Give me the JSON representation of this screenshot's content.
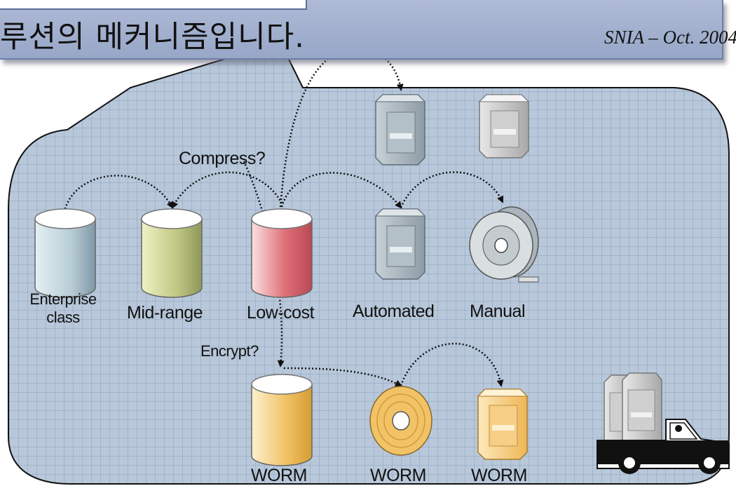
{
  "header": {
    "title": "루션의 메커니즘입니다.",
    "credit": "SNIA – Oct. 2004"
  },
  "diagram": {
    "question_compress": "Compress?",
    "question_encrypt": "Encrypt?",
    "tiers": {
      "enterprise_line1": "Enterprise",
      "enterprise_line2": "class",
      "mid_range": "Mid-range",
      "low_cost": "Low-cost",
      "automated": "Automated",
      "manual": "Manual"
    },
    "worm": {
      "disk": "WORM",
      "optical": "WORM",
      "cartridge": "WORM"
    }
  },
  "colors": {
    "banner": "#a4b2d0",
    "background_grid": "#b8c8da",
    "enterprise_disk": "#b9cdd6",
    "mid_range_disk": "#c6cc8a",
    "low_cost_disk": "#d9606a",
    "worm_disk": "#f0c060",
    "tape_library": "#a9b6c0"
  }
}
